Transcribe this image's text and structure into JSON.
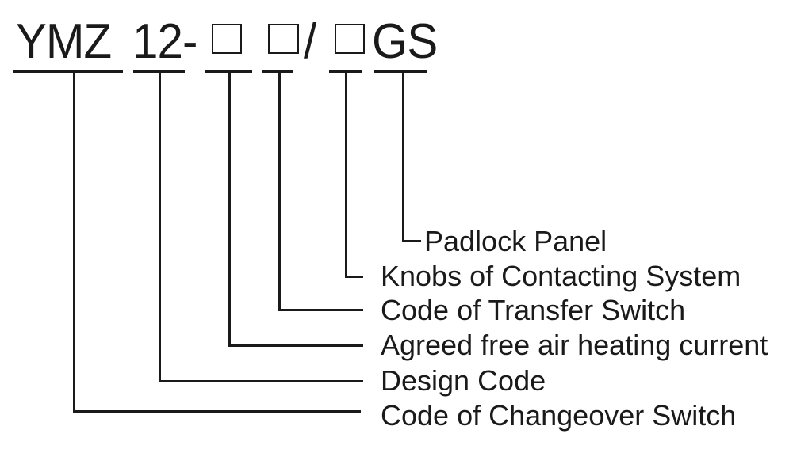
{
  "diagram": {
    "model_code": "YMZ 12-□ □/□GS",
    "code_segments": {
      "series": "YMZ",
      "design": "12-",
      "placeholder_symbol": "□",
      "slash": "/",
      "suffix": "GS"
    },
    "legend": [
      {
        "text": "Padlock Panel"
      },
      {
        "text": "Knobs of Contacting System"
      },
      {
        "text": "Code of Transfer Switch"
      },
      {
        "text": "Agreed free air heating current"
      },
      {
        "text": "Design Code"
      },
      {
        "text": "Code of Changeover Switch"
      }
    ],
    "colors": {
      "ink": "#1a1a1a",
      "background": "#ffffff"
    }
  }
}
